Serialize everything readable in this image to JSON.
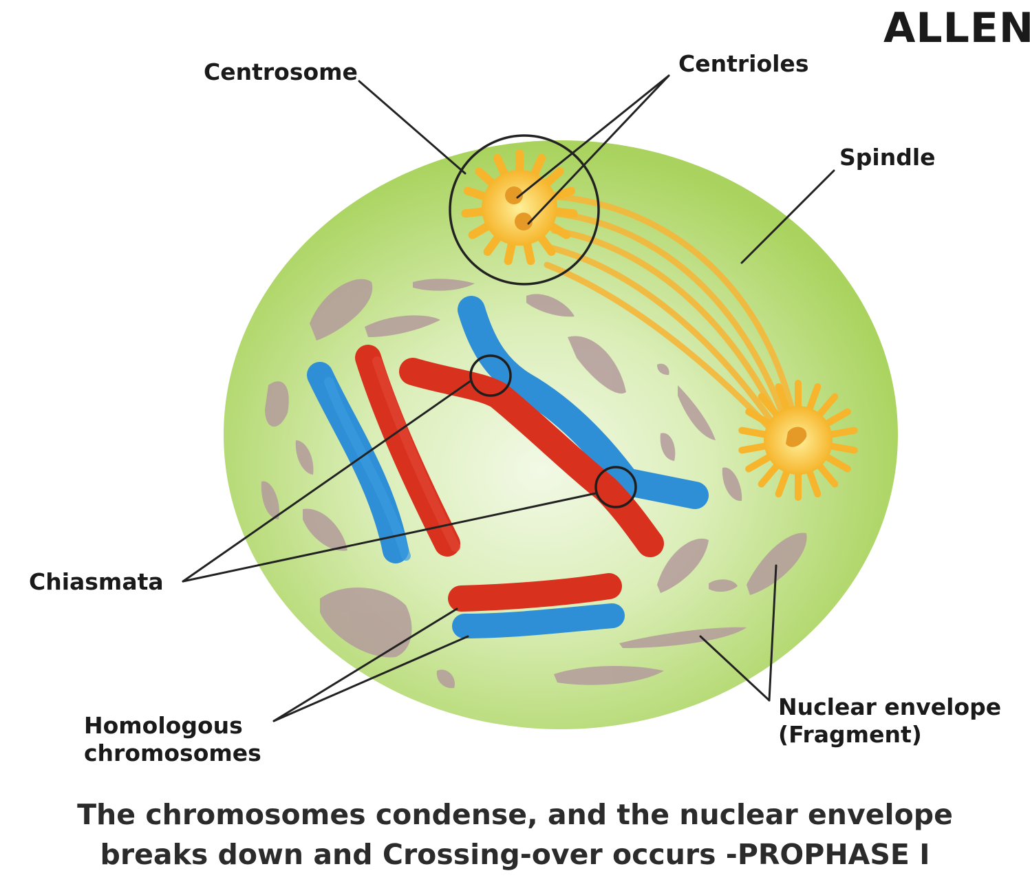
{
  "brand": {
    "logo_text": "ALLEN"
  },
  "labels": {
    "centrosome": "Centrosome",
    "centrioles": "Centrioles",
    "spindle": "Spindle",
    "chiasmata": "Chiasmata",
    "homologous_line1": "Homologous",
    "homologous_line2": "chromosomes",
    "nuclear_line1": "Nuclear envelope",
    "nuclear_line2": "(Fragment)"
  },
  "caption": {
    "line1": "The chromosomes condense, and the nuclear envelope",
    "line2": "breaks down and Crossing-over occurs -PROPHASE I"
  },
  "colors": {
    "cell": "#b5d96a",
    "cell_center": "#eef8dc",
    "chromosome_red": "#d8321f",
    "chromosome_blue": "#2f8fd6",
    "envelope_fragment": "#b49b9c",
    "spindle": "#f5b73a",
    "centrosome": "#f8c83a"
  }
}
